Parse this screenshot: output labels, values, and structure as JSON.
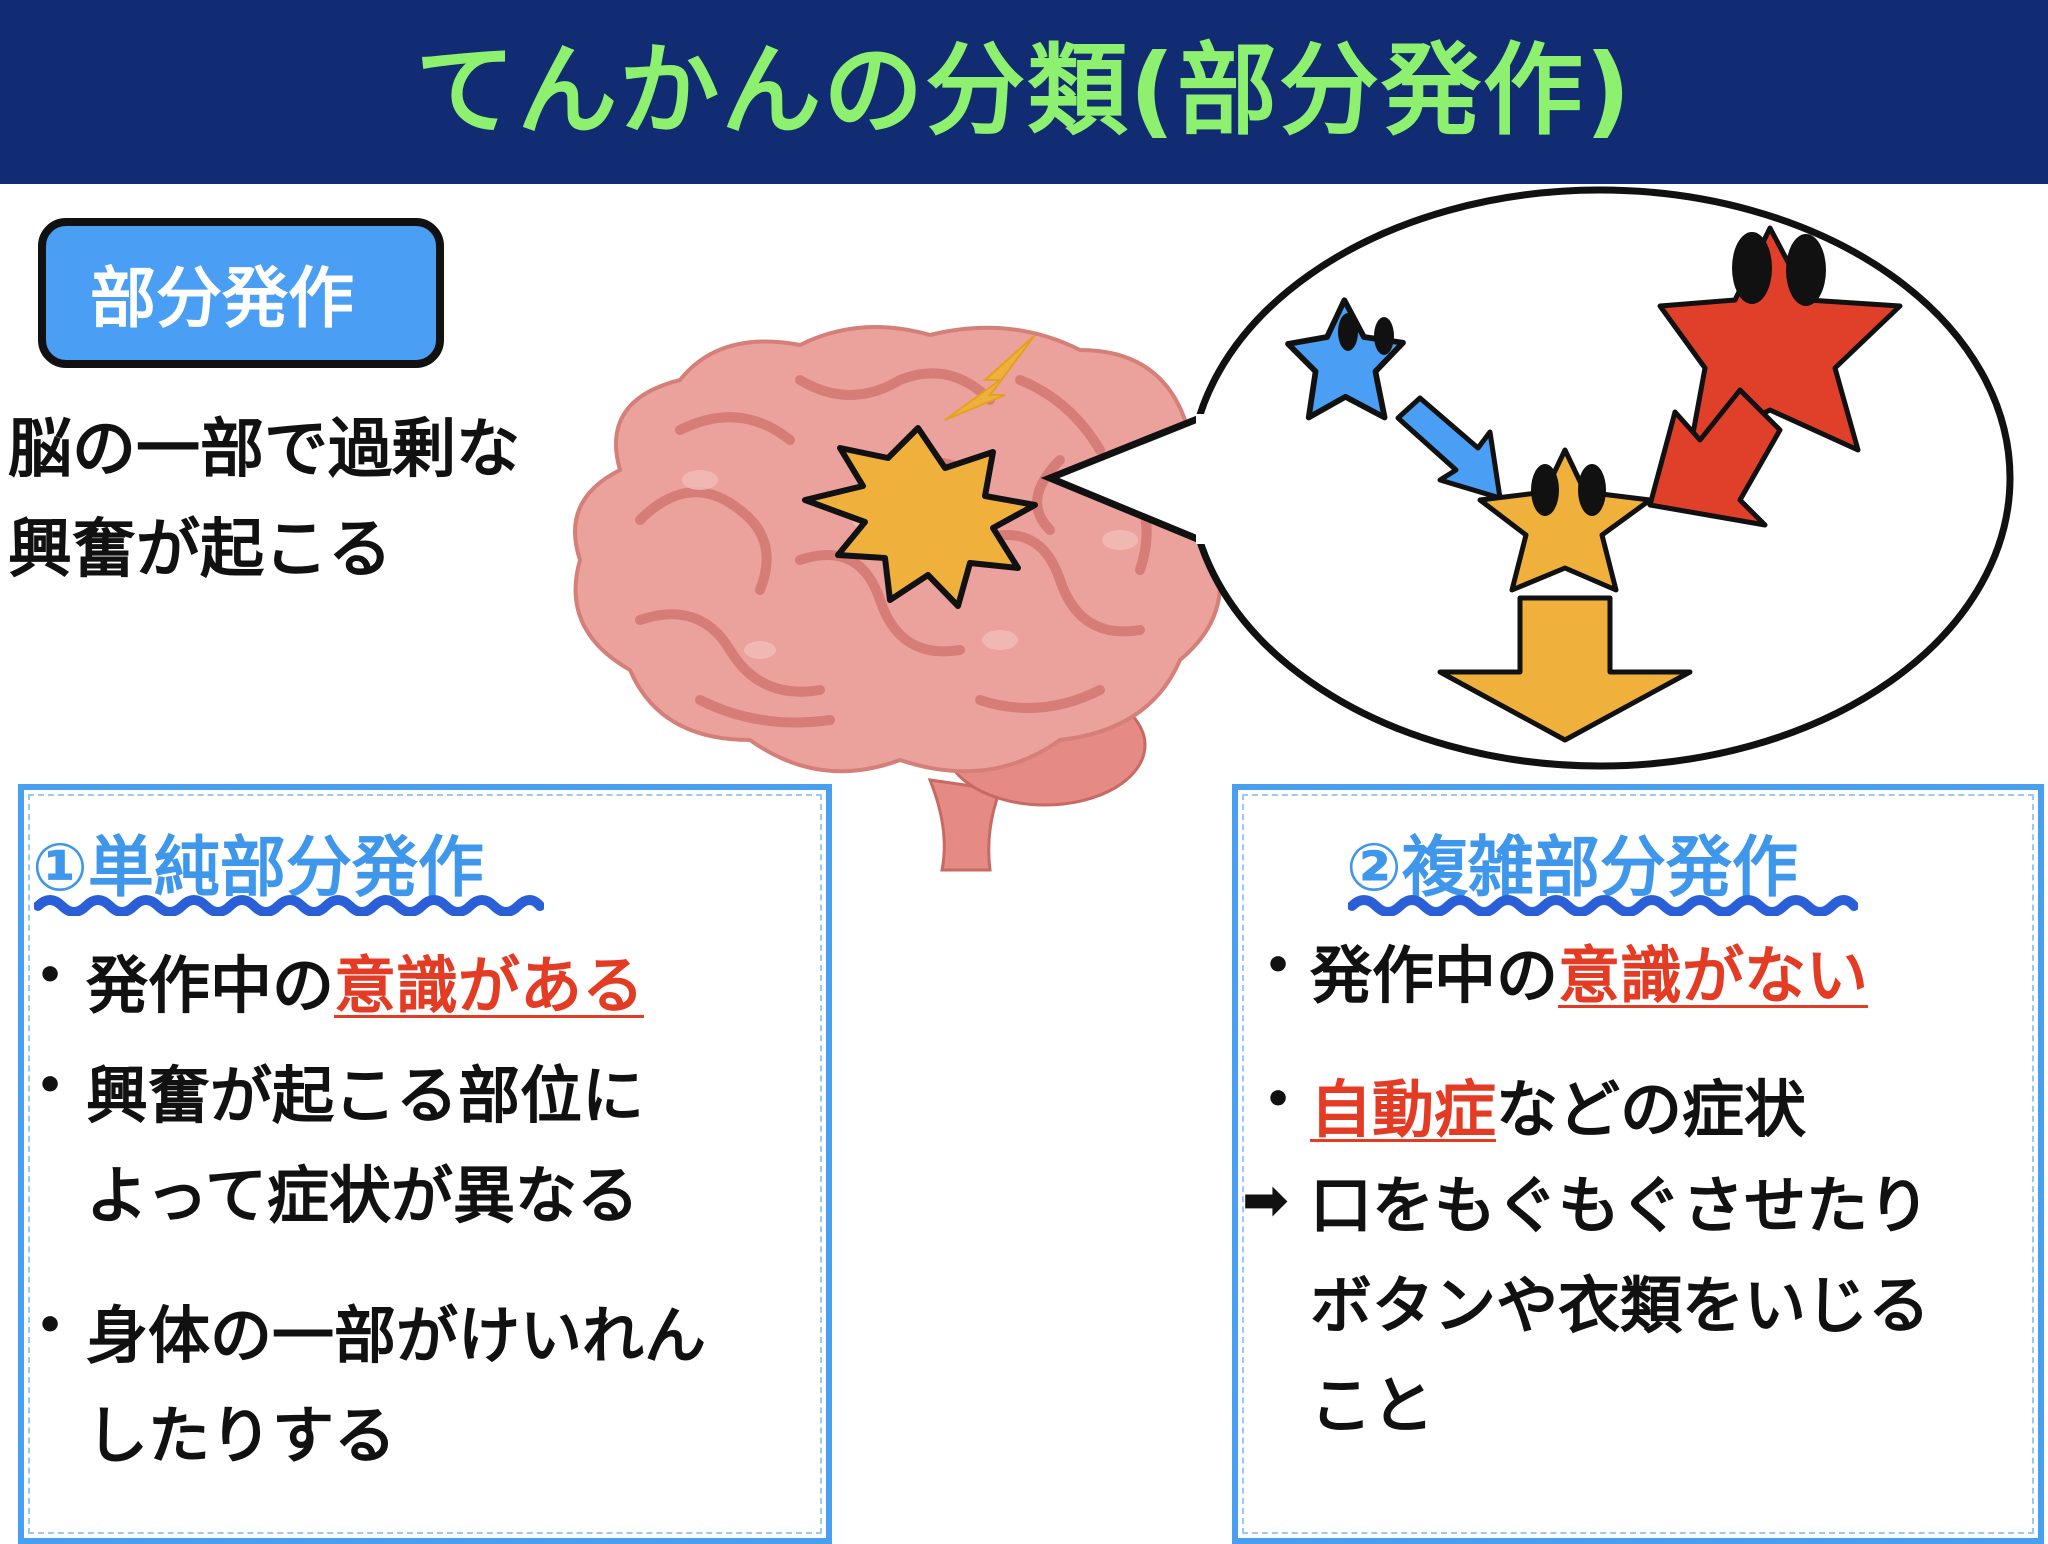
{
  "header": {
    "title": "てんかんの分類(部分発作)"
  },
  "badge": {
    "label": "部分発作"
  },
  "description": {
    "line1": "脳の一部で過剰な",
    "line2": "興奮が起こる"
  },
  "left_panel": {
    "title": "①単純部分発作",
    "item1": {
      "prefix": "発作中の",
      "highlight": "意識がある"
    },
    "item2": {
      "line1": "興奮が起こる部位に",
      "line2": "よって症状が異なる"
    },
    "item3": {
      "line1": "身体の一部がけいれん",
      "line2": "したりする"
    }
  },
  "right_panel": {
    "title": "②複雑部分発作",
    "item1": {
      "prefix": "発作中の",
      "highlight": "意識がない"
    },
    "item2": {
      "highlight": "自動症",
      "suffix": "などの症状"
    },
    "item3": {
      "line1": "口をもぐもぐさせたり",
      "line2": "ボタンや衣類をいじる",
      "line3": "こと"
    }
  },
  "colors": {
    "header_bg": "#112c72",
    "title_text": "#8df06e",
    "badge_bg": "#4a9ff4",
    "accent_red": "#e43b24",
    "panel_border": "#4aa0f0",
    "brain": "#e99a95",
    "burst": "#f0b13c",
    "star_blue": "#4a9ff4",
    "star_red": "#e0402a"
  }
}
